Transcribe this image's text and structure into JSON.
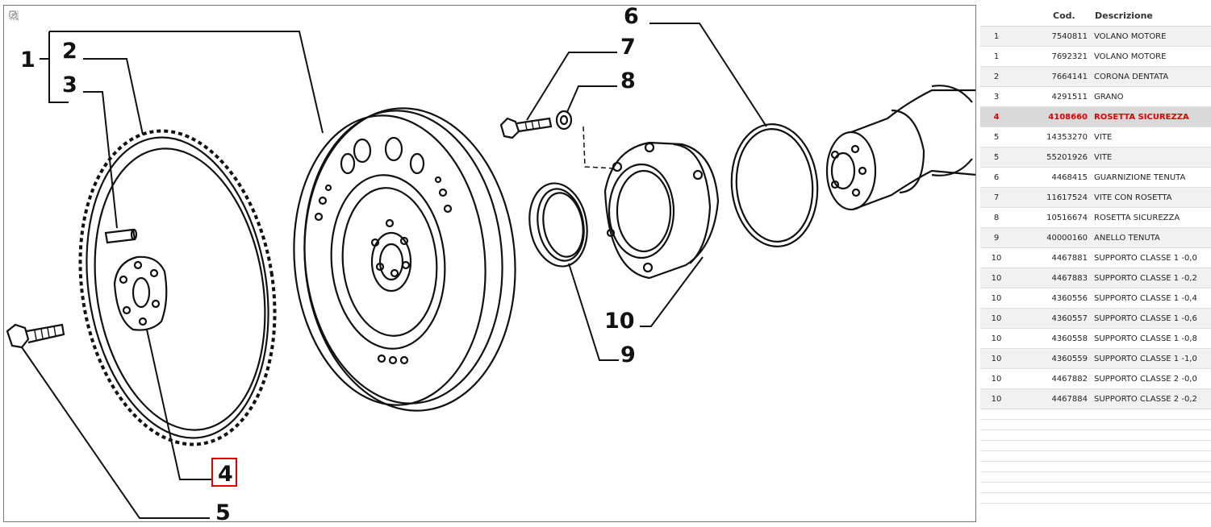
{
  "diagram": {
    "callouts": [
      "1",
      "2",
      "3",
      "4",
      "5",
      "6",
      "7",
      "8",
      "9",
      "10"
    ],
    "highlight_color": "#e00000"
  },
  "zoom_tools": [
    "fit-icon",
    "zoom-in-icon",
    "zoom-out-icon"
  ],
  "table": {
    "headers": {
      "num": "",
      "code": "Cod.",
      "desc": "Descrizione"
    },
    "rows": [
      {
        "n": "1",
        "code": "7540811",
        "desc": "VOLANO MOTORE"
      },
      {
        "n": "1",
        "code": "7692321",
        "desc": "VOLANO MOTORE"
      },
      {
        "n": "2",
        "code": "7664141",
        "desc": "CORONA DENTATA"
      },
      {
        "n": "3",
        "code": "4291511",
        "desc": "GRANO"
      },
      {
        "n": "4",
        "code": "4108660",
        "desc": "ROSETTA SICUREZZA"
      },
      {
        "n": "5",
        "code": "14353270",
        "desc": "VITE"
      },
      {
        "n": "5",
        "code": "55201926",
        "desc": "VITE"
      },
      {
        "n": "6",
        "code": "4468415",
        "desc": "GUARNIZIONE TENUTA"
      },
      {
        "n": "7",
        "code": "11617524",
        "desc": "VITE CON ROSETTA"
      },
      {
        "n": "8",
        "code": "10516674",
        "desc": "ROSETTA SICUREZZA"
      },
      {
        "n": "9",
        "code": "40000160",
        "desc": "ANELLO TENUTA"
      },
      {
        "n": "10",
        "code": "4467881",
        "desc": "SUPPORTO CLASSE 1 -0,0"
      },
      {
        "n": "10",
        "code": "4467883",
        "desc": "SUPPORTO CLASSE 1 -0,2"
      },
      {
        "n": "10",
        "code": "4360556",
        "desc": "SUPPORTO CLASSE 1 -0,4"
      },
      {
        "n": "10",
        "code": "4360557",
        "desc": "SUPPORTO CLASSE 1 -0,6"
      },
      {
        "n": "10",
        "code": "4360558",
        "desc": "SUPPORTO CLASSE 1 -0,8"
      },
      {
        "n": "10",
        "code": "4360559",
        "desc": "SUPPORTO CLASSE 1 -1,0"
      },
      {
        "n": "10",
        "code": "4467882",
        "desc": "SUPPORTO CLASSE 2 -0,0"
      },
      {
        "n": "10",
        "code": "4467884",
        "desc": "SUPPORTO CLASSE 2 -0,2"
      }
    ],
    "selected_row": 4,
    "selected_color": "#e00000"
  }
}
